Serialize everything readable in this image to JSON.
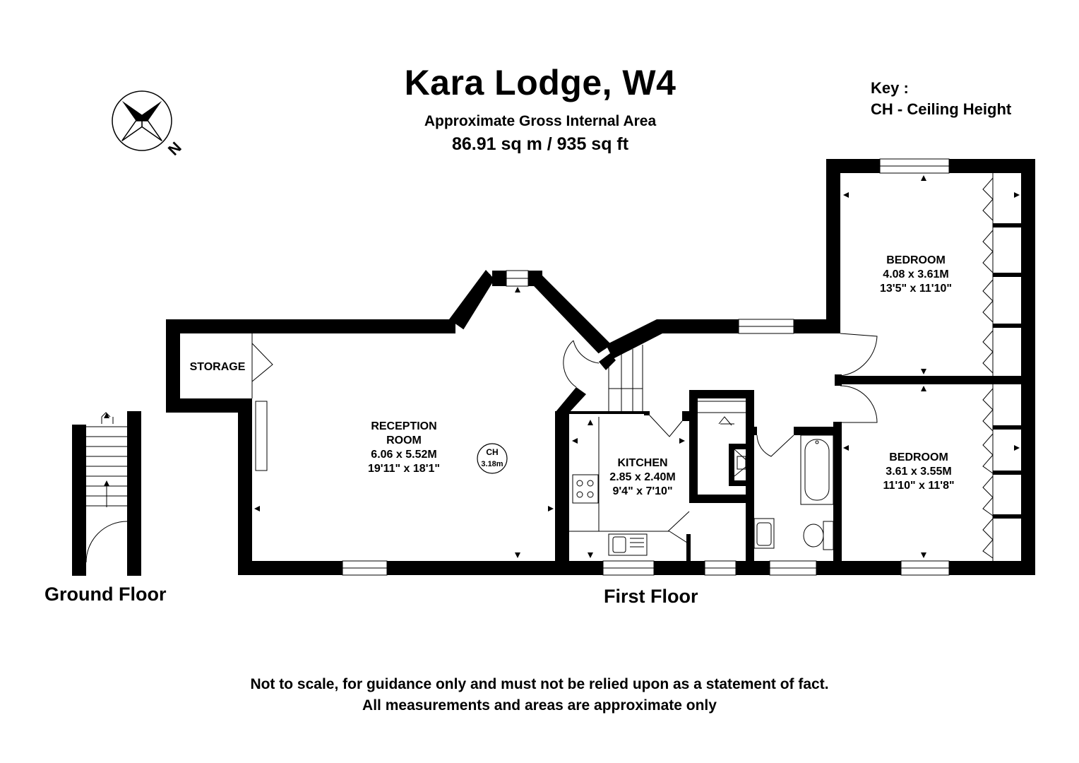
{
  "header": {
    "title": "Kara Lodge, W4",
    "area_label": "Approximate Gross Internal Area",
    "area_value": "86.91 sq m / 935 sq ft"
  },
  "key": {
    "heading": "Key :",
    "entry": "CH - Ceiling Height"
  },
  "compass": {
    "label": "N"
  },
  "rooms": {
    "storage": {
      "name": "STORAGE"
    },
    "reception": {
      "name_line1": "RECEPTION",
      "name_line2": "ROOM",
      "metric": "6.06 x 5.52M",
      "imperial": "19'11\" x 18'1\""
    },
    "ceiling_height": {
      "label": "CH",
      "value": "3.18m"
    },
    "kitchen": {
      "name": "KITCHEN",
      "metric": "2.85 x 2.40M",
      "imperial": "9'4\" x 7'10\""
    },
    "bedroom1": {
      "name": "BEDROOM",
      "metric": "4.08 x 3.61M",
      "imperial": "13'5\" x 11'10\""
    },
    "bedroom2": {
      "name": "BEDROOM",
      "metric": "3.61 x 3.55M",
      "imperial": "11'10\" x 11'8\""
    }
  },
  "floors": {
    "ground": "Ground Floor",
    "first": "First Floor"
  },
  "disclaimer": {
    "line1": "Not to scale, for guidance only and must not be relied upon as a statement of fact.",
    "line2": "All measurements and areas are approximate only"
  }
}
